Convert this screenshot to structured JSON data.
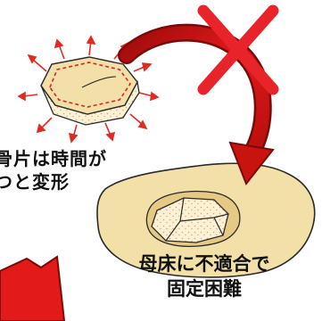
{
  "caption_left": {
    "line1": "骨片は時間が",
    "line2": "つと変形"
  },
  "caption_right": {
    "line1": "母床に不適合で",
    "line2": "固定困難"
  },
  "colors": {
    "bone_fill": "#f3dfa8",
    "bone_outline": "#2a2a2a",
    "dashed_line": "#d8262c",
    "radiating_arrows": "#e02b22",
    "big_arrow_red": "#e21a1a",
    "x_mark": "#e8242a",
    "speckle_fill": "#fbf1d6",
    "speckle_dots": "#d9a75a"
  },
  "icons": {
    "fragment": "deformed-bone-fragment-icon",
    "bed": "bone-bed-icon",
    "cross": "cross-mark-icon",
    "curved_arrow": "curved-arrow-icon"
  }
}
